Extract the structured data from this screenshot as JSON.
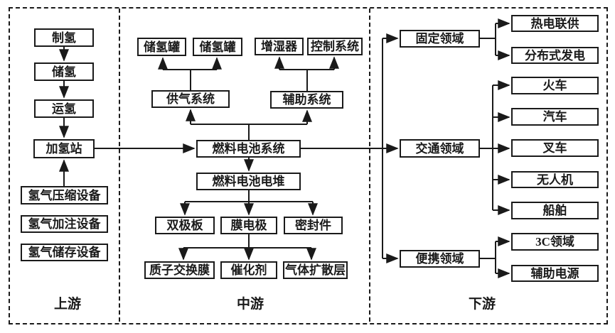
{
  "diagram": {
    "title_hint": "hydrogen-fuel-cell-industry-chain-flowchart",
    "colors": {
      "line": "#1a1a1a",
      "background": "#ffffff"
    },
    "upstream": {
      "section_label": "上游",
      "hydrogen_production": "制氢",
      "hydrogen_storage": "储氢",
      "hydrogen_transport": "运氢",
      "refueling_station": "加氢站",
      "compression_equipment": "氢气压缩设备",
      "filling_equipment": "氢气加注设备",
      "storage_equipment": "氢气储存设备"
    },
    "midstream": {
      "section_label": "中游",
      "storage_tank_1": "储氢罐",
      "storage_tank_2": "储氢罐",
      "humidifier": "增湿器",
      "control_system": "控制系统",
      "gas_supply_system": "供气系统",
      "auxiliary_system": "辅助系统",
      "fuel_cell_system": "燃料电池系统",
      "fuel_cell_stack": "燃料电池电堆",
      "bipolar_plate": "双极板",
      "membrane_electrode": "膜电极",
      "seal": "密封件",
      "proton_exchange_membrane": "质子交换膜",
      "catalyst": "催化剂",
      "gas_diffusion_layer": "气体扩散层"
    },
    "downstream": {
      "section_label": "下游",
      "stationary_field": "固定领域",
      "transport_field": "交通领域",
      "portable_field": "便携领域",
      "chp": "热电联供",
      "distributed_generation": "分布式发电",
      "train": "火车",
      "automobile": "汽车",
      "forklift": "叉车",
      "drone": "无人机",
      "ship": "船舶",
      "field_3c": "3C领域",
      "auxiliary_power": "辅助电源"
    },
    "edges": [
      "制氢→储氢",
      "储氢→运氢",
      "运氢→加氢站",
      "氢气压缩设备→加氢站",
      "加氢站→燃料电池系统",
      "燃料电池系统→供气系统",
      "燃料电池系统→辅助系统",
      "供气系统→储氢罐",
      "供气系统→储氢罐",
      "辅助系统→增湿器",
      "辅助系统→控制系统",
      "燃料电池系统→燃料电池电堆",
      "燃料电池电堆→双极板",
      "燃料电池电堆→膜电极",
      "燃料电池电堆→密封件",
      "膜电极→质子交换膜",
      "膜电极→催化剂",
      "膜电极→气体扩散层",
      "燃料电池系统→固定领域",
      "燃料电池系统→交通领域",
      "燃料电池系统→便携领域",
      "固定领域→热电联供",
      "固定领域→分布式发电",
      "交通领域→火车",
      "交通领域→汽车",
      "交通领域→叉车",
      "交通领域→无人机",
      "交通领域→船舶",
      "便携领域→3C领域",
      "便携领域→辅助电源"
    ]
  }
}
